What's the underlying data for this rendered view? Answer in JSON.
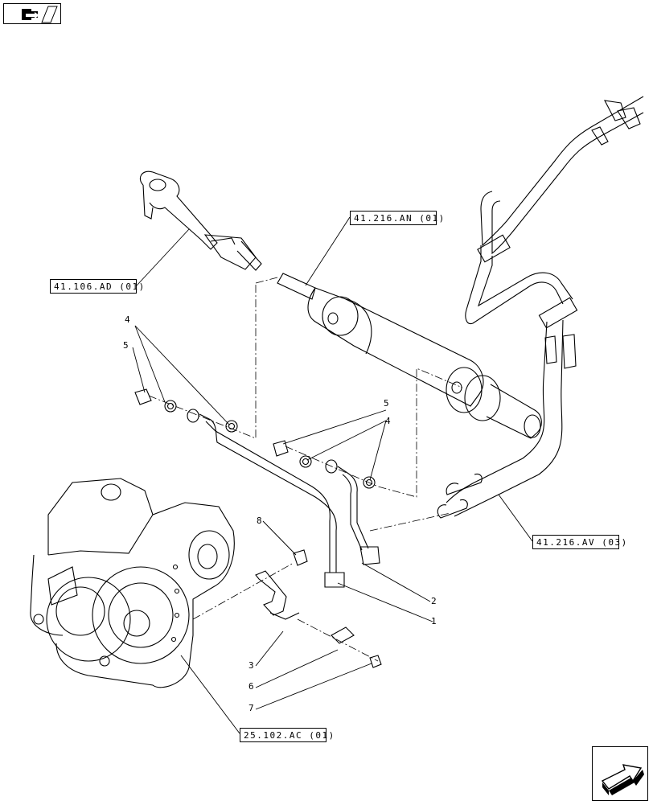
{
  "refs": {
    "r1": "41.106.AD (01)",
    "r2": "41.216.AN (01)",
    "r3": "41.216.AV (03)",
    "r4": "25.102.AC (01)"
  },
  "callouts": {
    "c1": "1",
    "c2": "2",
    "c3": "3",
    "c4a": "4",
    "c4b": "4",
    "c5a": "5",
    "c5b": "5",
    "c6": "6",
    "c7": "7",
    "c8": "8"
  },
  "icons": {
    "top_nav": "prev-page-arrow-icon",
    "bottom_nav": "next-page-arrow-icon"
  }
}
